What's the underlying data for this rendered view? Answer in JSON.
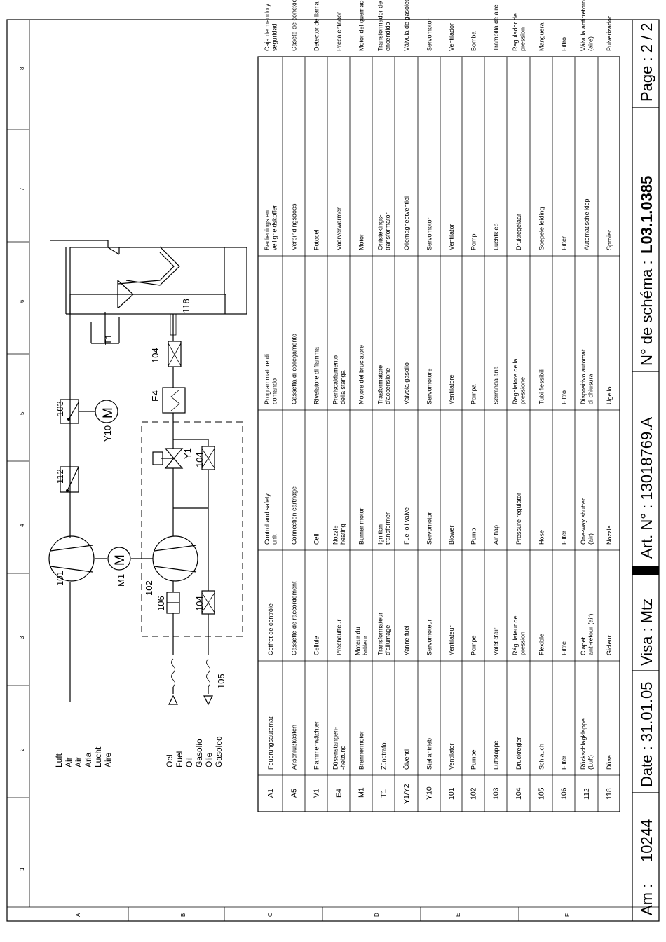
{
  "title_block": {
    "am_label": "Am :",
    "am_value": "10244",
    "date": "Date : 31.01.05",
    "visa": "Visa : Mtz",
    "art": "Art. N° : 13018769.A",
    "schema": "N° de schéma :",
    "schema_value": "L03.1.0385",
    "page": "Page : 2 / 2"
  },
  "grid": {
    "columns": [
      "1",
      "2",
      "3",
      "4",
      "5",
      "6",
      "7",
      "8"
    ],
    "rows": [
      "A",
      "B",
      "C",
      "D",
      "E",
      "F"
    ]
  },
  "diagram": {
    "air_labels": [
      "Luft",
      "Air",
      "Air",
      "Aria",
      "Lucht",
      "Aire"
    ],
    "oil_labels": [
      "Oel",
      "Fuel",
      "Oil",
      "Gasolio",
      "Olie",
      "Gasoleo"
    ],
    "tags": {
      "t101": "101",
      "m1": "M1",
      "motor": "M",
      "t112": "112",
      "t103": "103",
      "y10": "Y10",
      "y10_motor": "M",
      "t1": "T1",
      "t118": "118",
      "t104_top": "104",
      "e4": "E4",
      "t102": "102",
      "t106": "106",
      "t104_mid": "104",
      "t104_valve": "104",
      "y1": "Y1",
      "t105": "105"
    }
  },
  "legend": {
    "rows": [
      {
        "code": "A1",
        "de": "Feuerungsautomat",
        "fr": "Coffret de contrôle",
        "en": "Control and safety|unit",
        "it": "Programmatore di|comando",
        "nl": "Bedienings en|veiligheidskoffer",
        "es": "Caja de mando y|seguridad"
      },
      {
        "code": "A5",
        "de": "Anschlußkasten",
        "fr": "Cassette de raccordement",
        "en": "Connection cartridge",
        "it": "Cassetta di collegamento",
        "nl": "Verbindingsdoos",
        "es": "Casete de conexion"
      },
      {
        "code": "V1",
        "de": "Flammenwächter",
        "fr": "Cellule",
        "en": "Cell",
        "it": "Rivelatore di fiamma",
        "nl": "Fotocel",
        "es": "Detector de llama"
      },
      {
        "code": "E4",
        "de": "Düsenstangen-|-heizung",
        "fr": "Préchauffeur",
        "en": "Nozzle|heating",
        "it": "Preriscaldamento|della stanga",
        "nl": "Voorverwarmer",
        "es": "Precalentador"
      },
      {
        "code": "M1",
        "de": "Brennermotor",
        "fr": "Moteur du|brûleur",
        "en": "Burner motor",
        "it": "Motore del bruciatore",
        "nl": "Motor",
        "es": "Motor del quemador"
      },
      {
        "code": "T1",
        "de": "Zündtrafo.",
        "fr": "Transformateur|d'allumage",
        "en": "Ignition|transformer",
        "it": "Trasformatore|d'accensione",
        "nl": "Ontstekings-|transformator",
        "es": "Transformador de|encendido"
      },
      {
        "code": "Y1/Y2",
        "de": "Ölventil",
        "fr": "Vanne fuel",
        "en": "Fuel-oil valve",
        "it": "Valvola gasolio",
        "nl": "Oliemagneetventiel",
        "es": "Válvula de gasoleo"
      },
      {
        "code": "Y10",
        "de": "Stellantrieb",
        "fr": "Servomoteur",
        "en": "Servomotor",
        "it": "Servomotore",
        "nl": "Servomotor",
        "es": "Servomotor"
      },
      {
        "code": "101",
        "de": "Ventilator",
        "fr": "Ventilateur",
        "en": "Blower",
        "it": "Ventilatore",
        "nl": "Ventilator",
        "es": "Ventilador"
      },
      {
        "code": "102",
        "de": "Pumpe",
        "fr": "Pompe",
        "en": "Pump",
        "it": "Pompa",
        "nl": "Pomp",
        "es": "Bomba"
      },
      {
        "code": "103",
        "de": "Luftklappe",
        "fr": "Volet d'air",
        "en": "Air flap",
        "it": "Serranda aria",
        "nl": "Luchtklep",
        "es": "Trampilla de aire"
      },
      {
        "code": "104",
        "de": "Druckregler",
        "fr": "Régulateur de|pression",
        "en": "Pressure regulator",
        "it": "Regolatore della|pressione",
        "nl": "Drukregelaar",
        "es": "Regulador de|pression"
      },
      {
        "code": "105",
        "de": "Schlauch",
        "fr": "Flexible",
        "en": "Hose",
        "it": "Tubi flessibili",
        "nl": "Soepele leiding",
        "es": "Manguera"
      },
      {
        "code": "106",
        "de": "Filter",
        "fr": "Filtre",
        "en": "Filter",
        "it": "Filtro",
        "nl": "Filter",
        "es": "Filtro"
      },
      {
        "code": "112",
        "de": "Rückschlagklappe|(Luft)",
        "fr": "Clapet|anti-retour (air)",
        "en": "One-way shutter|(air)",
        "it": "Dispositivo automat.|di chiusura",
        "nl": "Automatische klep",
        "es": "Válvula antirretorno|(aire)"
      },
      {
        "code": "118",
        "de": "Düse",
        "fr": "Gicleur",
        "en": "Nozzle",
        "it": "Ugello",
        "nl": "Sproier",
        "es": "Pulverizador"
      }
    ]
  }
}
